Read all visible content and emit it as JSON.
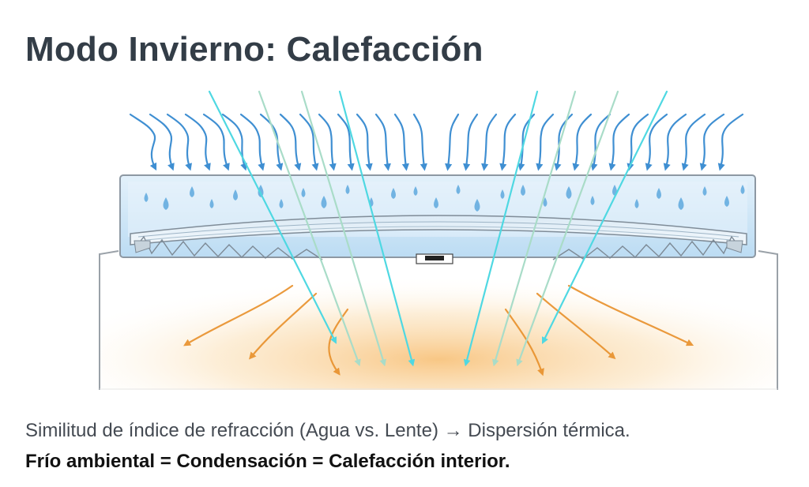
{
  "title": "Modo Invierno: Calefacción",
  "diagram": {
    "colors": {
      "cold_air_arrows": "#3f8fd2",
      "light_rays": "#4fd8e2",
      "heat_arrows": "#e8902a",
      "water_layer": "#cfe6f7",
      "droplets": "#5ea9de",
      "warm_glow": "#f6b45c",
      "housing_outline": "#9aa1a8"
    },
    "icons": {
      "cold_air": "wavy-down-arrow-icon",
      "droplet": "water-drop-icon",
      "light_ray": "straight-arrow-icon",
      "heat": "curved-arrow-icon",
      "sensor": "chip-icon"
    }
  },
  "caption": {
    "line1": "Similitud de índice de refracción (Agua vs. Lente) → Dispersión térmica.",
    "line2": "Frío ambiental = Condensación = Calefacción interior."
  }
}
